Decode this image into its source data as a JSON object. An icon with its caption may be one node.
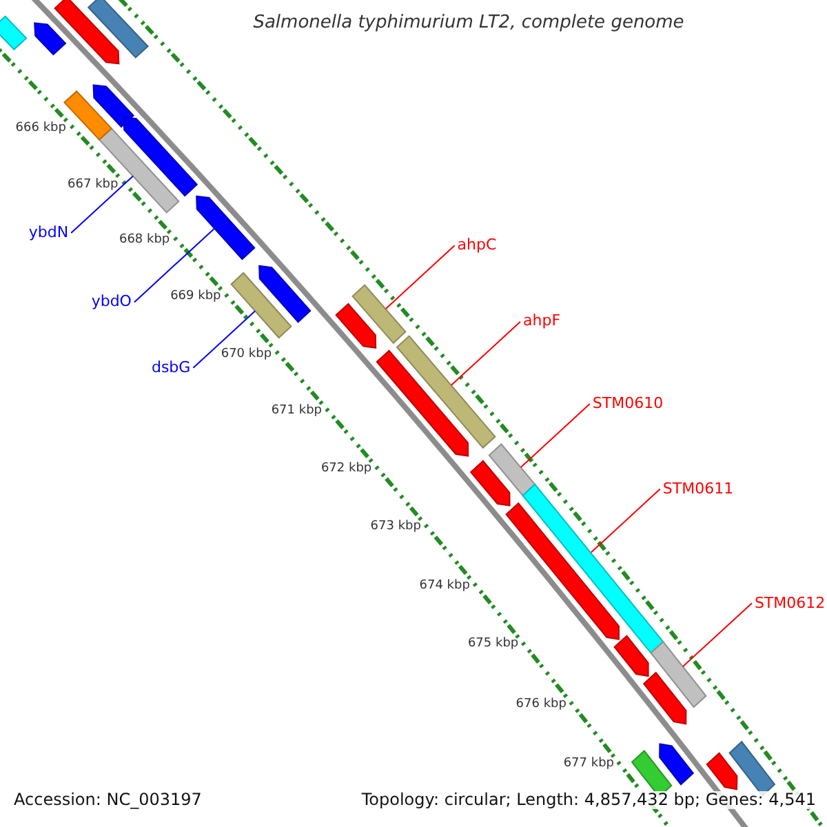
{
  "diagram": {
    "title": "Salmonella typhimurium LT2, complete genome",
    "nodes": [
      {
        "text": [
          "ybdN"
        ]
      },
      {
        "text": [
          "ybdO"
        ]
      },
      {
        "text": [
          "dsbG"
        ]
      },
      {
        "text": [
          "ahpC"
        ]
      },
      {
        "text": [
          "ahpF"
        ]
      },
      {
        "text": [
          "STM0610"
        ]
      },
      {
        "text": [
          "STM0611"
        ]
      },
      {
        "text": [
          "STM0612"
        ]
      },
      {
        "text": [],
        "shape": "bar"
      },
      {
        "text": [],
        "shape": "arrow"
      },
      {
        "text": [],
        "shape": "bar"
      },
      {
        "text": [],
        "shape": "bar"
      },
      {
        "text": [],
        "shape": "bar"
      },
      {
        "text": [],
        "shape": "bar"
      },
      {
        "text": [],
        "shape": "bar"
      },
      {
        "text": [],
        "shape": "bar"
      },
      {
        "text": [],
        "shape": "arrow"
      },
      {
        "text": [],
        "shape": "bar"
      },
      {
        "text": [],
        "shape": "arrow"
      },
      {
        "text": [],
        "shape": "bar"
      },
      {
        "text": [],
        "shape": "arrow"
      },
      {
        "text": [],
        "shape": "arrow"
      },
      {
        "text": [],
        "shape": "bar"
      },
      {
        "text": [],
        "shape": "arrow"
      },
      {
        "text": [],
        "shape": "arrow"
      },
      {
        "text": [],
        "shape": "arrow"
      },
      {
        "text": [],
        "shape": "arrow"
      },
      {
        "text": [],
        "shape": "arrow"
      },
      {
        "text": [],
        "shape": "arrow"
      },
      {
        "text": [],
        "shape": "arrow"
      },
      {
        "text": [],
        "shape": "bar"
      },
      {
        "text": [],
        "shape": "arrow"
      },
      {
        "text": [],
        "shape": "arrow"
      },
      {
        "text": [],
        "shape": "bar"
      }
    ],
    "edges": [
      {
        "from": 0,
        "to": 8,
        "arrow": "none",
        "color": "#0000ff"
      },
      {
        "from": 1,
        "to": 9,
        "arrow": "none",
        "color": "#0000ff"
      },
      {
        "from": 2,
        "to": 10,
        "arrow": "none",
        "color": "#0000ff"
      },
      {
        "from": 3,
        "to": 11,
        "arrow": "none"
      },
      {
        "from": 4,
        "to": 12,
        "arrow": "none"
      },
      {
        "from": 5,
        "to": 13,
        "arrow": "none"
      },
      {
        "from": 6,
        "to": 14,
        "arrow": "none"
      },
      {
        "from": 7,
        "to": 15,
        "arrow": "none"
      }
    ],
    "labels": [
      "666 kbp",
      "667 kbp",
      "668 kbp",
      "669 kbp",
      "670 kbp",
      "671 kbp",
      "672 kbp",
      "673 kbp",
      "674 kbp",
      "675 kbp",
      "676 kbp",
      "677 kbp",
      "Accession: NC_003197",
      "Topology: circular; Length: 4,857,432 bp; Genes: 4,541"
    ]
  }
}
